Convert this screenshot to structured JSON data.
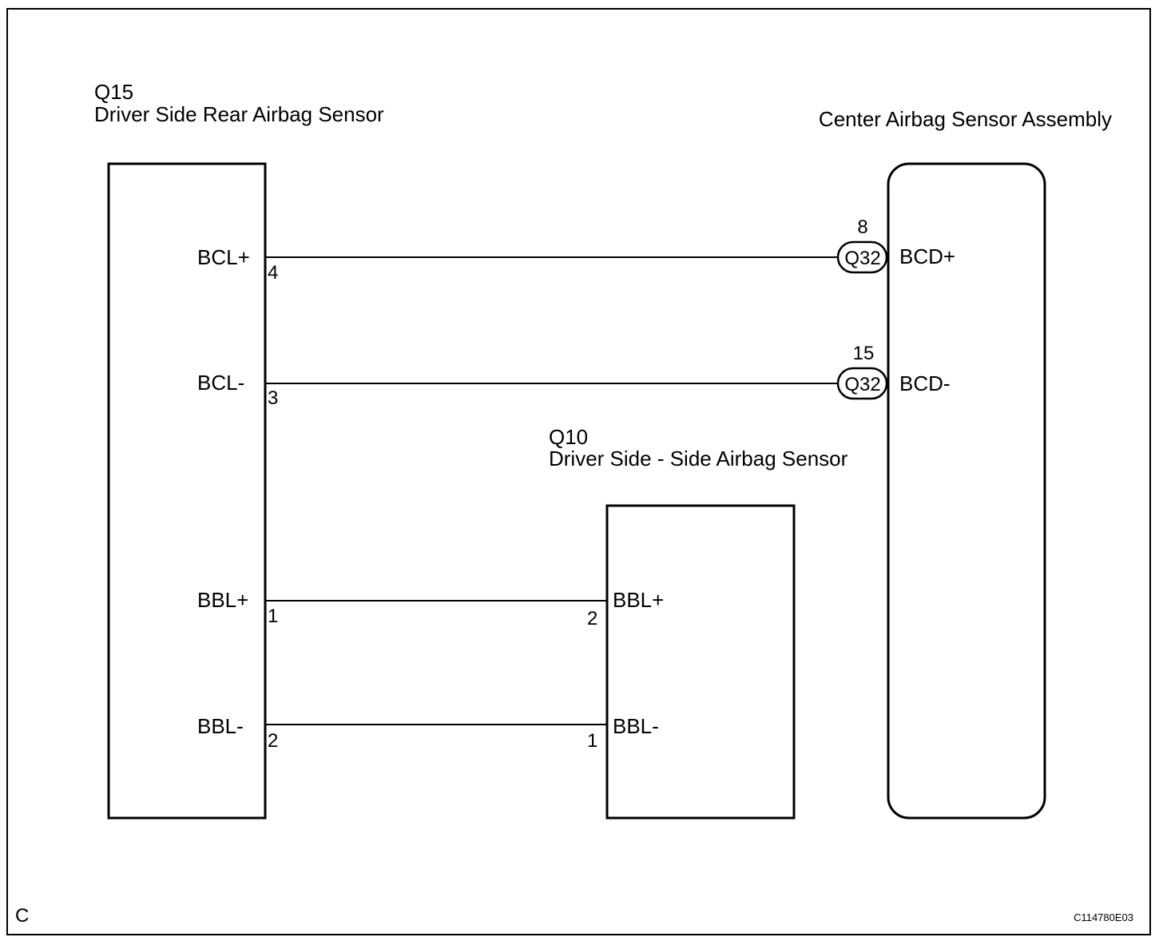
{
  "sheet": {
    "corner_letter": "C",
    "figure_code": "C114780E03"
  },
  "q15": {
    "code": "Q15",
    "name": "Driver Side Rear Airbag Sensor",
    "pins": [
      {
        "label": "BCL+",
        "number": "4"
      },
      {
        "label": "BCL-",
        "number": "3"
      },
      {
        "label": "BBL+",
        "number": "1"
      },
      {
        "label": "BBL-",
        "number": "2"
      }
    ]
  },
  "q10": {
    "code": "Q10",
    "name": "Driver Side - Side Airbag Sensor",
    "pins": [
      {
        "label": "BBL+",
        "number": "2"
      },
      {
        "label": "BBL-",
        "number": "1"
      }
    ]
  },
  "center": {
    "name": "Center Airbag Sensor Assembly",
    "pins": [
      {
        "label": "BCD+",
        "connector": "Q32",
        "number": "8"
      },
      {
        "label": "BCD-",
        "connector": "Q32",
        "number": "15"
      }
    ]
  }
}
